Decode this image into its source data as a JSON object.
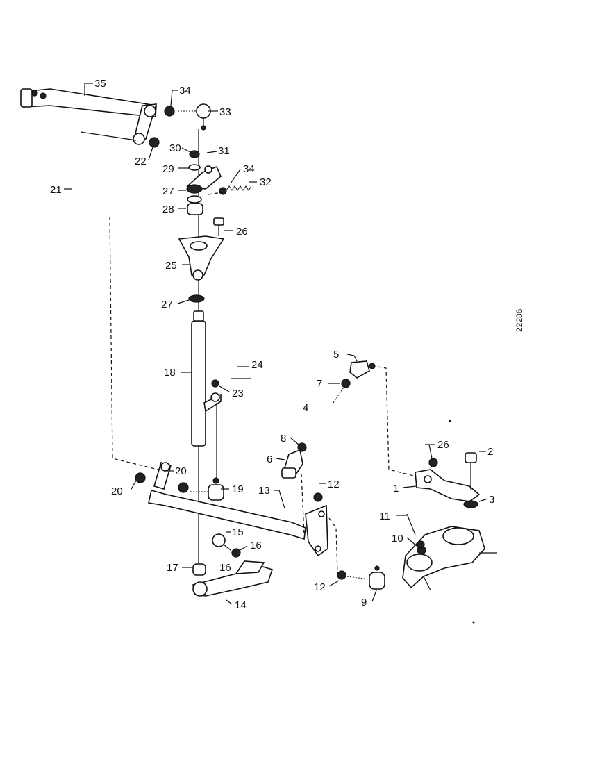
{
  "diagram": {
    "reference_code": "22286",
    "callouts": {
      "c1": "1",
      "c2": "2",
      "c3": "3",
      "c4": "4",
      "c5": "5",
      "c6": "6",
      "c7": "7",
      "c8": "8",
      "c9": "9",
      "c10": "10",
      "c11": "11",
      "c12a": "12",
      "c12b": "12",
      "c13": "13",
      "c14": "14",
      "c15": "15",
      "c16a": "16",
      "c16b": "16",
      "c17": "17",
      "c18": "18",
      "c19": "19",
      "c20a": "20",
      "c20b": "20",
      "c21": "21",
      "c22": "22",
      "c23": "23",
      "c24": "24",
      "c25": "25",
      "c26a": "26",
      "c26b": "26",
      "c27a": "27",
      "c27b": "27",
      "c28": "28",
      "c29": "29",
      "c30": "30",
      "c31": "31",
      "c32": "32",
      "c33": "33",
      "c34a": "34",
      "c34b": "34",
      "c35": "35"
    }
  }
}
